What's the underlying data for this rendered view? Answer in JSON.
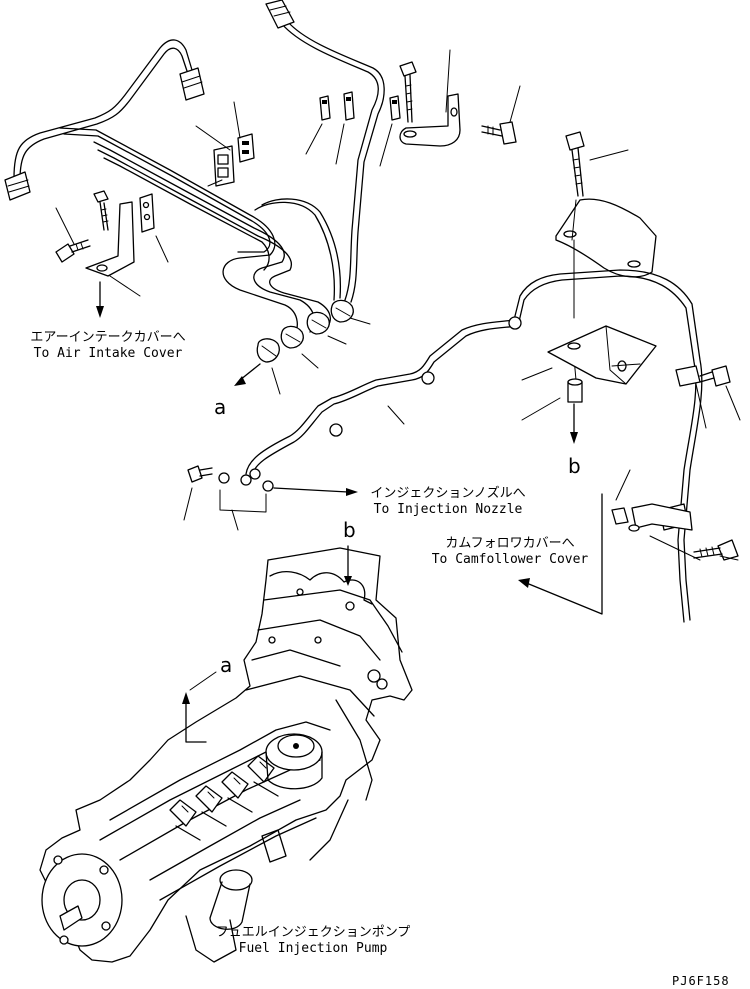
{
  "labels": {
    "air_intake_jp": "エアーインテークカバーへ",
    "air_intake_en": "To Air Intake Cover",
    "nozzle_jp": "インジェクションノズルへ",
    "nozzle_en": "To Injection Nozzle",
    "camfollower_jp": "カムフォロワカバーへ",
    "camfollower_en": "To Camfollower Cover",
    "pump_jp": "フュエルインジェクションポンプ",
    "pump_en": "Fuel Injection Pump"
  },
  "refs": {
    "a_top": "a",
    "a_bottom": "a",
    "b_right": "b",
    "b_bottom": "b"
  },
  "part_id": "PJ6F158"
}
